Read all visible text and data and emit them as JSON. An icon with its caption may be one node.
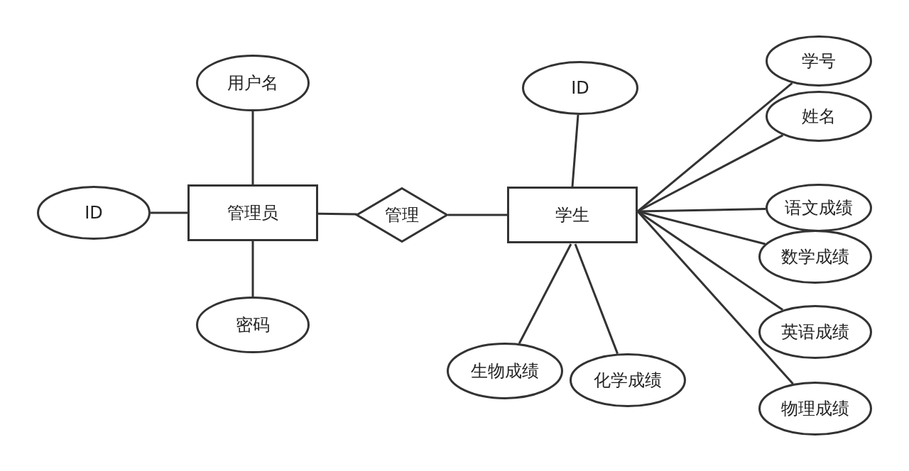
{
  "diagram": {
    "nodes": [
      {
        "text": [
          "管理员"
        ]
      },
      {
        "text": [
          "用户名"
        ]
      },
      {
        "text": [
          "ID"
        ]
      },
      {
        "text": [
          "密码"
        ]
      },
      {
        "text": [
          "管理"
        ]
      },
      {
        "text": [
          "学生"
        ]
      },
      {
        "text": [
          "ID"
        ]
      },
      {
        "text": [
          "学号"
        ]
      },
      {
        "text": [
          "姓名"
        ]
      },
      {
        "text": [
          "语文成绩"
        ]
      },
      {
        "text": [
          "数学成绩"
        ]
      },
      {
        "text": [
          "英语成绩"
        ]
      },
      {
        "text": [
          "物理成绩"
        ]
      },
      {
        "text": [
          "生物成绩"
        ]
      },
      {
        "text": [
          "化学成绩"
        ]
      }
    ],
    "edges": [
      {
        "from": 0,
        "to": 1,
        "arrow": "none"
      },
      {
        "from": 0,
        "to": 2,
        "arrow": "none"
      },
      {
        "from": 0,
        "to": 3,
        "arrow": "none"
      },
      {
        "from": 0,
        "to": 4,
        "arrow": "none"
      },
      {
        "from": 4,
        "to": 5,
        "arrow": "none"
      },
      {
        "from": 5,
        "to": 6,
        "arrow": "none"
      },
      {
        "from": 5,
        "to": 7,
        "arrow": "none"
      },
      {
        "from": 5,
        "to": 8,
        "arrow": "none"
      },
      {
        "from": 5,
        "to": 9,
        "arrow": "none"
      },
      {
        "from": 5,
        "to": 10,
        "arrow": "none"
      },
      {
        "from": 5,
        "to": 11,
        "arrow": "none"
      },
      {
        "from": 5,
        "to": 12,
        "arrow": "none"
      },
      {
        "from": 5,
        "to": 13,
        "arrow": "none"
      },
      {
        "from": 5,
        "to": 14,
        "arrow": "none"
      }
    ]
  }
}
